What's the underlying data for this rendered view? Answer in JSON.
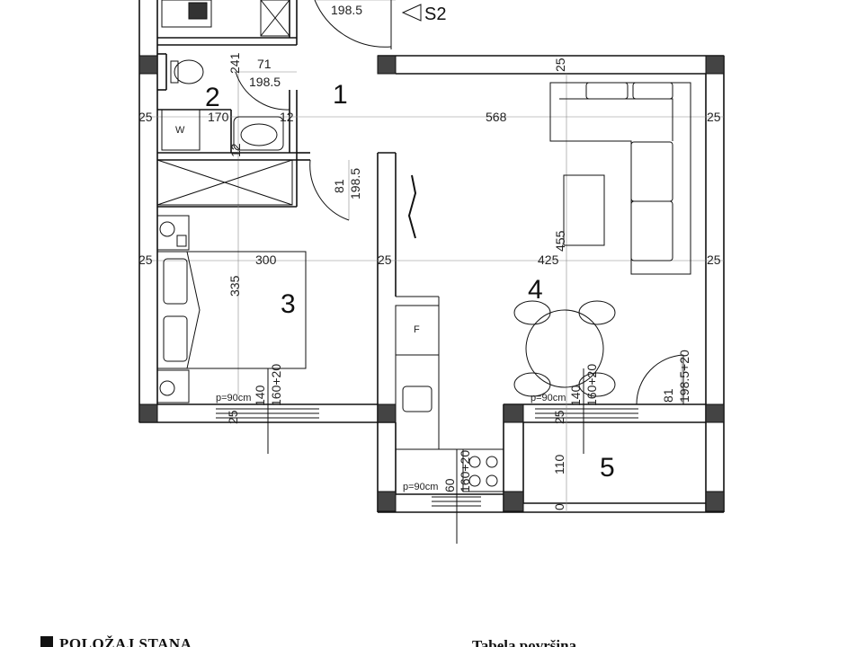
{
  "rooms": [
    "1",
    "2",
    "3",
    "4",
    "5"
  ],
  "section_marker": "S2",
  "dims": {
    "d_198_top": "198.5",
    "d_241": "241",
    "d_71": "71",
    "d_198_wc": "198.5",
    "d_25_l1": "25",
    "d_170": "170",
    "d_12a": "12",
    "d_568": "568",
    "d_25_r1": "25",
    "d_25_t": "25",
    "d_12b": "12",
    "d_81a": "81",
    "d_198_a": "198.5",
    "d_25_l2": "25",
    "d_300": "300",
    "d_335": "335",
    "d_25_m": "25",
    "d_425": "425",
    "d_455": "455",
    "d_25_r2": "25",
    "d_p90a": "p=90cm",
    "d_140a": "140",
    "d_160a": "160+20",
    "d_25_b1": "25",
    "d_p90b": "p=90cm",
    "d_140b": "140",
    "d_160b": "160+20",
    "d_25_b2": "25",
    "d_81b": "81",
    "d_198_b": "198.5+20",
    "d_110": "110",
    "d_0": "0",
    "d_p90c": "p=90cm",
    "d_60": "60",
    "d_160c": "160+20"
  },
  "fixtures": {
    "washer": "W",
    "fridge": "F"
  },
  "footer": {
    "location_title": "POLOŽAJ STANA",
    "table_title": "Tabela površina"
  }
}
